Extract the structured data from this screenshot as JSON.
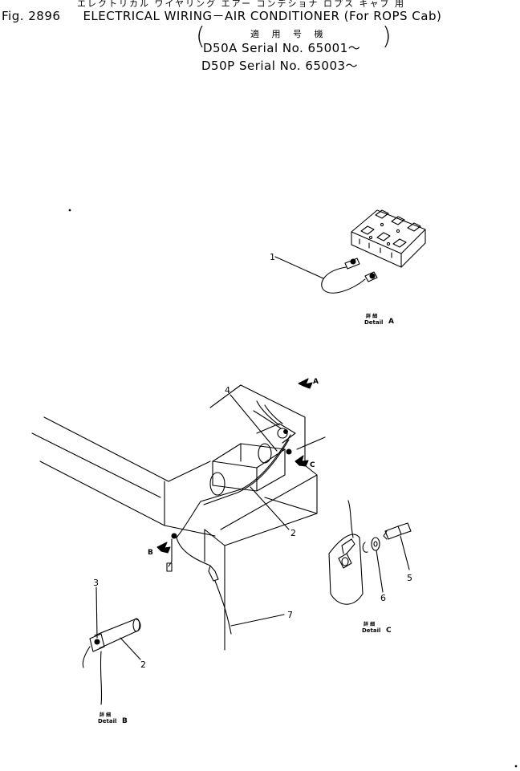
{
  "header": {
    "kana_title": "エレクトリカル ワイヤリング エアー コンデショナ ロプス キャブ 用",
    "fig_label": "Fig. 2896",
    "title": "ELECTRICAL WIRING－AIR CONDITIONER (For ROPS Cab)",
    "applicable_jp": "適 用 号 機",
    "serial_1": "D50A Serial No. 65001～",
    "serial_2": "D50P Serial No. 65003～"
  },
  "callouts": {
    "c1": "1",
    "c2a": "2",
    "c2b": "2",
    "c3": "3",
    "c4": "4",
    "c5": "5",
    "c6": "6",
    "c7": "7"
  },
  "view_arrows": {
    "a": "A",
    "b": "B",
    "c": "C"
  },
  "details": {
    "a": {
      "jp": "詳 細",
      "en": "Detail",
      "letter": "A"
    },
    "b": {
      "jp": "詳 細",
      "en": "Detail",
      "letter": "B"
    },
    "c": {
      "jp": "詳 細",
      "en": "Detail",
      "letter": "C"
    }
  },
  "colors": {
    "ink": "#000000",
    "paper": "#ffffff"
  }
}
